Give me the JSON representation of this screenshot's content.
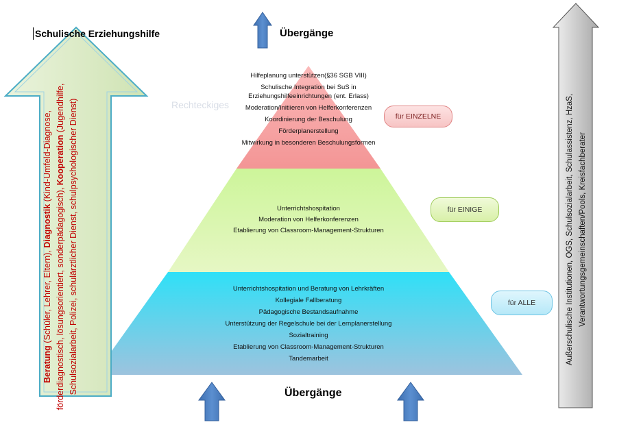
{
  "title": "Schulische Erziehungshilfe",
  "transitions_top": "Übergänge",
  "transitions_bottom": "Übergänge",
  "pyramid": {
    "top_items": [
      "Hilfeplanung unterstützen(§36 SGB VIII)",
      "Schulische Integration bei SuS in Erziehungshilfeeinrichtungen (ent. Erlass)",
      "Moderation/Initiieren von Helferkonferenzen",
      "Koordinierung der Beschulung",
      "Förderplanerstellung",
      "Mitwirkung in besonderen Beschulungsformen"
    ],
    "middle_items": [
      "Unterrichtshospitation",
      "Moderation von Helferkonferenzen",
      "Etablierung von Classroom-Management-Strukturen"
    ],
    "bottom_items": [
      "Unterrichtshospitation und Beratung von Lehrkräften",
      "Kollegiale Fallberatung",
      "Pädagogische Bestandsaufnahme",
      "Unterstützung der Regelschule bei der Lernplanerstellung",
      "Sozialtraining",
      "Etablierung von Classroom-Management-Strukturen",
      "Tandemarbeit"
    ]
  },
  "labels": {
    "einzelne": "für EINZELNE",
    "einige": "für EINIGE",
    "alle": "für ALLE"
  },
  "left_arrow": {
    "beratung_label": "Beratung",
    "beratung_text": " (Schüler, Lehrer, Eltern), ",
    "diagnostik_label": "Diagnostik",
    "diagnostik_text": " (Kind-Umfeld-Diagnose, förderdiagnostisch, lösungsorientiert, sonderpädagogisch),",
    "kooperation_label": "Kooperation",
    "kooperation_text": " (Jugendhilfe, Schulsozialarbeit, Polizei, schulärztlicher Dienst, schulpsychologischer Dienst)"
  },
  "right_arrow": {
    "line1": "Außerschulische Institutionen, OGS, Schulsozialarbeit, Schulassistenz, HzaS,",
    "line2": "Verantwortungsgemeinschaften/Pools, Kreisfachberater"
  },
  "ghost_text": "Rechteckiges",
  "colors": {
    "top_tier": "#f4a3a3",
    "middle_tier": "#d6f5a0",
    "bottom_tier": "#3fd5f0",
    "left_arrow_fill": "#dcebc8",
    "left_arrow_stroke": "#4bacc6",
    "right_arrow_fill": "#bfbfbf",
    "blue_arrow": "#4f81bd"
  }
}
